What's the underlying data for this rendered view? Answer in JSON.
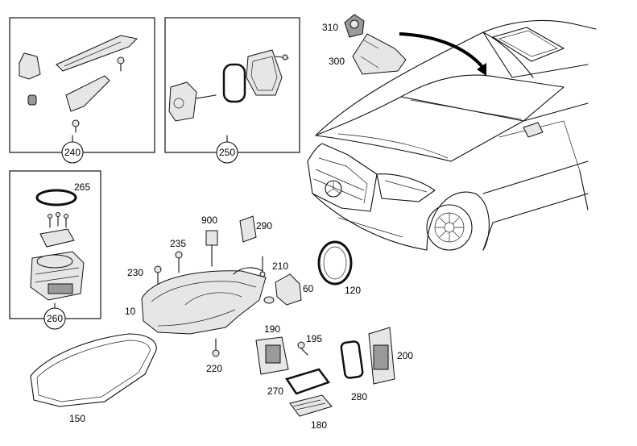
{
  "callouts": {
    "c310": "310",
    "c300": "300",
    "c240": "240",
    "c250": "250",
    "c265": "265",
    "c260": "260",
    "c900": "900",
    "c290": "290",
    "c235": "235",
    "c230": "230",
    "c210": "210",
    "c60": "60",
    "c120": "120",
    "c10": "10",
    "c190": "190",
    "c195": "195",
    "c200": "200",
    "c220": "220",
    "c270": "270",
    "c280": "280",
    "c150": "150",
    "c180": "180"
  }
}
